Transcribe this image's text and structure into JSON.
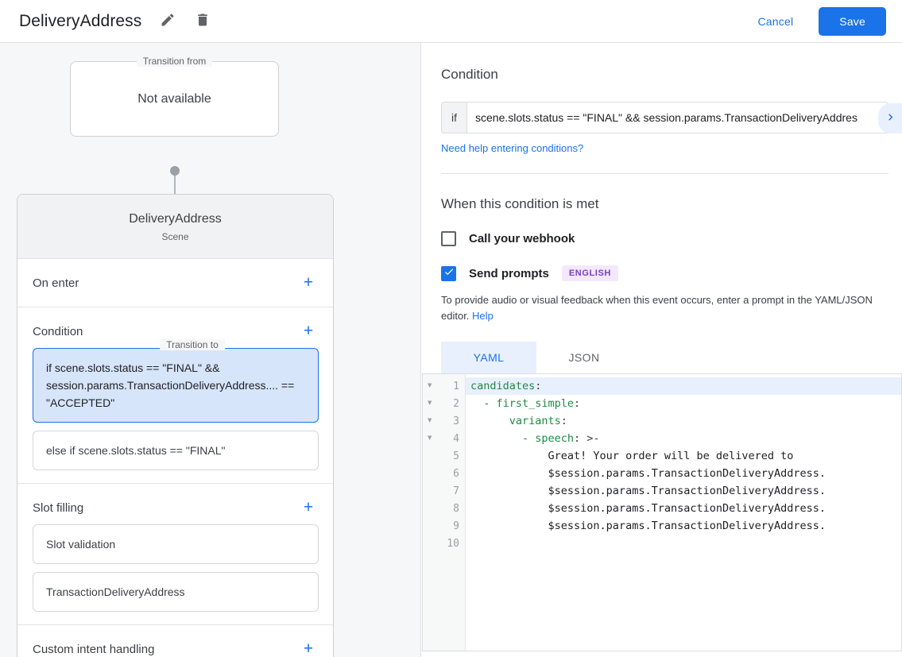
{
  "header": {
    "title": "DeliveryAddress",
    "edit_icon": "pencil-icon",
    "delete_icon": "trash-icon",
    "cancel_label": "Cancel",
    "save_label": "Save",
    "accent_color": "#1a73e8"
  },
  "left_panel": {
    "transition_from": {
      "legend": "Transition from",
      "value": "Not available"
    },
    "transition_to": {
      "legend": "Transition to",
      "scene_name": "DeliveryAddress",
      "scene_type": "Scene"
    },
    "sections": [
      {
        "title": "On enter",
        "add_label": "+",
        "items": []
      },
      {
        "title": "Condition",
        "add_label": "+",
        "items": [
          {
            "text": "if scene.slots.status == \"FINAL\" && session.params.TransactionDeliveryAddress.... == \"ACCEPTED\"",
            "selected": true
          },
          {
            "text": "else if scene.slots.status == \"FINAL\"",
            "selected": false
          }
        ]
      },
      {
        "title": "Slot filling",
        "add_label": "+",
        "items": [
          {
            "text": "Slot validation",
            "selected": false
          },
          {
            "text": "TransactionDeliveryAddress",
            "selected": false
          }
        ]
      },
      {
        "title": "Custom intent handling",
        "add_label": "+",
        "items": []
      }
    ]
  },
  "right_panel": {
    "condition": {
      "heading": "Condition",
      "if_label": "if",
      "value": "scene.slots.status == \"FINAL\" && session.params.TransactionDeliveryAddres",
      "help_link": "Need help entering conditions?",
      "expand_icon": "chevron-right-icon"
    },
    "when_met": {
      "heading": "When this condition is met",
      "webhook": {
        "label": "Call your webhook",
        "checked": false
      },
      "send_prompts": {
        "label": "Send prompts",
        "checked": true,
        "badge": "ENGLISH",
        "badge_bg": "#f3e8fd",
        "badge_fg": "#7b3fbe"
      },
      "helper_text": "To provide audio or visual feedback when this event occurs, enter a prompt in the YAML/JSON editor. ",
      "helper_link": "Help"
    },
    "editor": {
      "tabs": [
        {
          "label": "YAML",
          "active": true
        },
        {
          "label": "JSON",
          "active": false
        }
      ],
      "line_numbers": [
        "1",
        "2",
        "3",
        "4",
        "5",
        "6",
        "7",
        "8",
        "9",
        "10"
      ],
      "fold_lines": [
        1,
        2,
        3,
        4
      ],
      "fold_glyph": "▼",
      "highlight_line": 1,
      "lines": [
        {
          "n": 1,
          "key": "candidates",
          "punc": ":",
          "indent": 0,
          "text": ""
        },
        {
          "n": 2,
          "key": "- first_simple",
          "punc": ":",
          "indent": 2,
          "text": ""
        },
        {
          "n": 3,
          "key": "variants",
          "punc": ":",
          "indent": 6,
          "text": ""
        },
        {
          "n": 4,
          "key": "- speech",
          "punc": ": >-",
          "indent": 8,
          "text": ""
        },
        {
          "n": 5,
          "key": "",
          "punc": "",
          "indent": 12,
          "text": "Great! Your order will be delivered to"
        },
        {
          "n": 6,
          "key": "",
          "punc": "",
          "indent": 12,
          "text": "$session.params.TransactionDeliveryAddress."
        },
        {
          "n": 7,
          "key": "",
          "punc": "",
          "indent": 12,
          "text": "$session.params.TransactionDeliveryAddress."
        },
        {
          "n": 8,
          "key": "",
          "punc": "",
          "indent": 12,
          "text": "$session.params.TransactionDeliveryAddress."
        },
        {
          "n": 9,
          "key": "",
          "punc": "",
          "indent": 12,
          "text": "$session.params.TransactionDeliveryAddress."
        },
        {
          "n": 10,
          "key": "",
          "punc": "",
          "indent": 0,
          "text": ""
        }
      ]
    }
  }
}
